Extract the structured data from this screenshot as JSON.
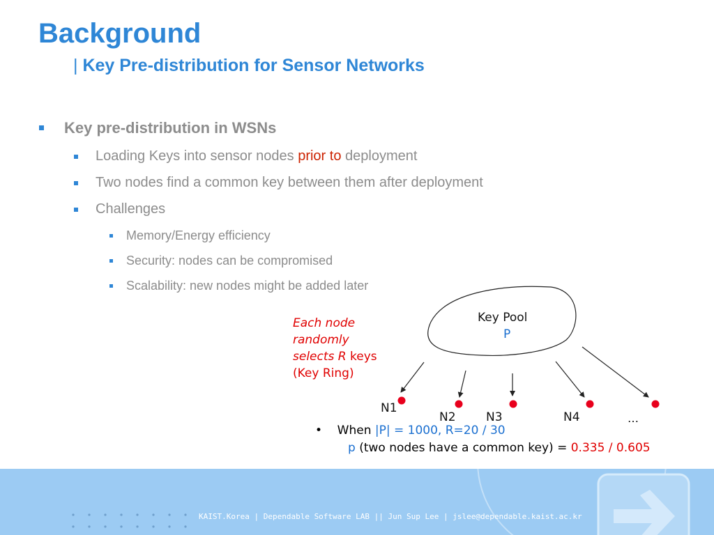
{
  "header": {
    "title": "Background",
    "subtitle_bar": "|",
    "subtitle": "Key Pre-distribution for Sensor Networks"
  },
  "content": {
    "l1": "Key pre-distribution in WSNs",
    "l2a_pre": "Loading Keys into sensor nodes ",
    "l2a_red": "prior to",
    "l2a_post": " deployment",
    "l2b": "Two nodes find a common key between them after deployment",
    "l2c": "Challenges",
    "l3": [
      "Memory/Energy efficiency",
      "Security: nodes can be compromised",
      "Scalability: new nodes might be added later"
    ]
  },
  "diagram": {
    "pool_label": "Key Pool",
    "pool_symbol": "P",
    "note_line1": "Each node",
    "note_line2": "randomly",
    "note_line3_italic": "selects R",
    "note_line3_rest": " keys",
    "note_line4": "(Key Ring)",
    "nodes": [
      "N1",
      "N2",
      "N3",
      "N4",
      "…"
    ],
    "when_bullet": "•",
    "when_label": "When ",
    "when_params": "|P| = 1000, R=20 / 30",
    "p_symbol": "p",
    "p_desc": " (two nodes have a common key) = ",
    "p_values": "0.335 / 0.605"
  },
  "footer": {
    "text": "KAIST.Korea | Dependable Software LAB || Jun Sup Lee | jslee@dependable.kaist.ac.kr"
  },
  "colors": {
    "accent": "#2e86d6",
    "body_text": "#8c8c8c",
    "highlight_red": "#e00000",
    "node_red": "#e8001c",
    "footer_bg": "#9ccbf3"
  }
}
